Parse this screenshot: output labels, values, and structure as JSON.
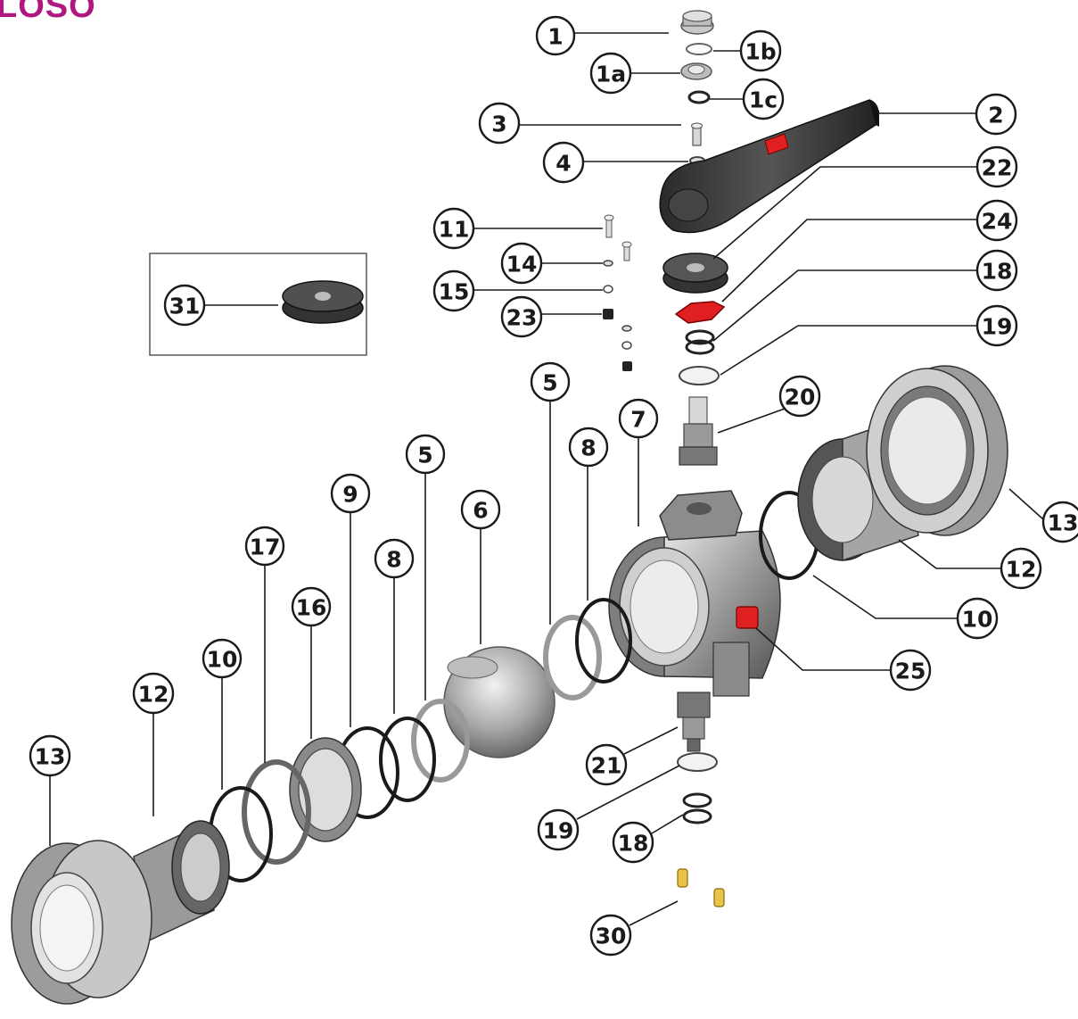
{
  "heading": "LOSO",
  "colors": {
    "heading": "#b0177f",
    "part_dark": "#3a3a3a",
    "part_mid": "#8a8a8a",
    "part_light": "#d4d4d4",
    "accent_red": "#e02020",
    "brass": "#e8c44a"
  },
  "callouts": [
    {
      "id": "c-1",
      "label": "1"
    },
    {
      "id": "c-1b",
      "label": "1b"
    },
    {
      "id": "c-1a",
      "label": "1a"
    },
    {
      "id": "c-1c",
      "label": "1c"
    },
    {
      "id": "c-2",
      "label": "2"
    },
    {
      "id": "c-3",
      "label": "3"
    },
    {
      "id": "c-4",
      "label": "4"
    },
    {
      "id": "c-22",
      "label": "22"
    },
    {
      "id": "c-24",
      "label": "24"
    },
    {
      "id": "c-11",
      "label": "11"
    },
    {
      "id": "c-14",
      "label": "14"
    },
    {
      "id": "c-15",
      "label": "15"
    },
    {
      "id": "c-23",
      "label": "23"
    },
    {
      "id": "c-18a",
      "label": "18"
    },
    {
      "id": "c-19a",
      "label": "19"
    },
    {
      "id": "c-31",
      "label": "31"
    },
    {
      "id": "c-5a",
      "label": "5"
    },
    {
      "id": "c-20",
      "label": "20"
    },
    {
      "id": "c-7",
      "label": "7"
    },
    {
      "id": "c-8a",
      "label": "8"
    },
    {
      "id": "c-5b",
      "label": "5"
    },
    {
      "id": "c-9",
      "label": "9"
    },
    {
      "id": "c-6",
      "label": "6"
    },
    {
      "id": "c-17",
      "label": "17"
    },
    {
      "id": "c-8b",
      "label": "8"
    },
    {
      "id": "c-16",
      "label": "16"
    },
    {
      "id": "c-13a",
      "label": "13"
    },
    {
      "id": "c-12a",
      "label": "12"
    },
    {
      "id": "c-10a",
      "label": "10"
    },
    {
      "id": "c-25",
      "label": "25"
    },
    {
      "id": "c-10b",
      "label": "10"
    },
    {
      "id": "c-12b",
      "label": "12"
    },
    {
      "id": "c-13b",
      "label": "13"
    },
    {
      "id": "c-21",
      "label": "21"
    },
    {
      "id": "c-19b",
      "label": "19"
    },
    {
      "id": "c-18b",
      "label": "18"
    },
    {
      "id": "c-30",
      "label": "30"
    }
  ]
}
